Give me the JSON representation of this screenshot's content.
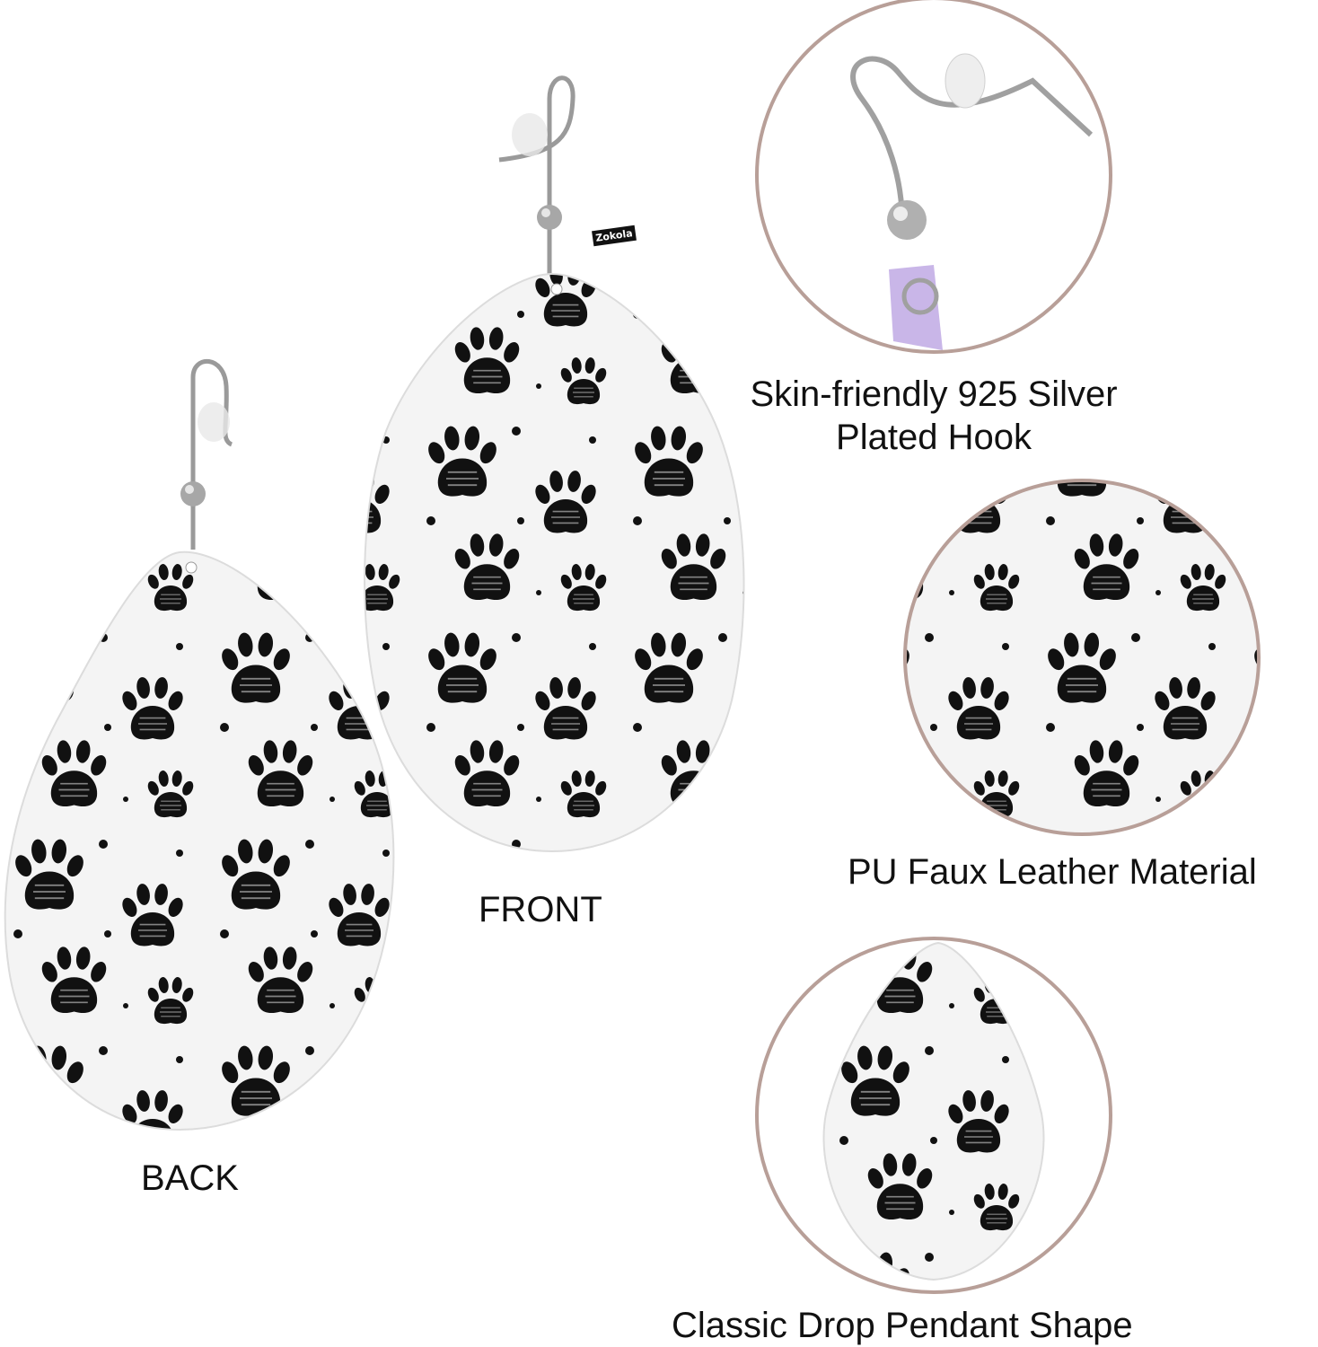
{
  "labels": {
    "back": "BACK",
    "front": "FRONT",
    "hook": "Skin-friendly 925 Silver Plated Hook",
    "material": "PU Faux Leather Material",
    "shape": "Classic Drop Pendant Shape"
  },
  "brand_tag": "Zokola",
  "colors": {
    "background": "#ffffff",
    "leather": "#f3f3f3",
    "paw": "#111111",
    "hook_metal": "#9a9a9a",
    "circle_border": "#b89f98",
    "lilac_leather": "#c9b6e8"
  },
  "icons": [
    "paw-print-icon",
    "earring-hook-icon"
  ]
}
